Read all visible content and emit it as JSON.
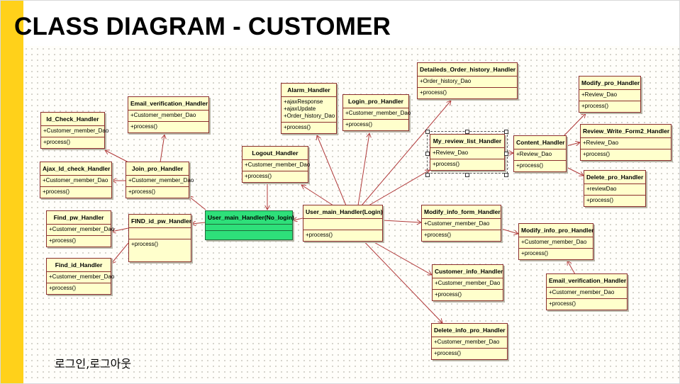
{
  "slide": {
    "title": "CLASS DIAGRAM - CUSTOMER",
    "caption": "로그인,로그아웃"
  },
  "colors": {
    "accent_bar": "#ffd11a",
    "class_fill": "#ffffcc",
    "class_border": "#8b2e2e",
    "highlight_fill": "#2ee07a",
    "association_line": "#b03a3a"
  },
  "classes": [
    {
      "id": "id_check",
      "name": "Id_Check_Handler",
      "attrs": [
        "+Customer_member_Dao"
      ],
      "ops": [
        "+process()"
      ]
    },
    {
      "id": "email_ver_top",
      "name": "Email_verification_Handler",
      "attrs": [
        "+Customer_member_Dao"
      ],
      "ops": [
        "+process()"
      ]
    },
    {
      "id": "alarm",
      "name": "Alarm_Handler",
      "attrs": [
        "+ajaxResponse",
        "+ajaxUpdate",
        "+Order_history_Dao"
      ],
      "ops": [
        "+process()"
      ]
    },
    {
      "id": "login_pro",
      "name": "Login_pro_Handler",
      "attrs": [
        "+Customer_member_Dao"
      ],
      "ops": [
        "+process()"
      ]
    },
    {
      "id": "detailed_order",
      "name": "Detaileds_Order_history_Handler",
      "attrs": [
        "+Order_history_Dao"
      ],
      "ops": [
        "+process()"
      ]
    },
    {
      "id": "modify_pro",
      "name": "Modify_pro_Handler",
      "attrs": [
        "+Review_Dao"
      ],
      "ops": [
        "+process()"
      ]
    },
    {
      "id": "ajax_id_check",
      "name": "Ajax_Id_check_Handler",
      "attrs": [
        "+Customer_member_Dao"
      ],
      "ops": [
        "+process()"
      ]
    },
    {
      "id": "join_pro",
      "name": "Join_pro_Handler",
      "attrs": [
        "+Customer_member_Dao"
      ],
      "ops": [
        "+process()"
      ]
    },
    {
      "id": "logout",
      "name": "Logout_Handler",
      "attrs": [
        "+Customer_member_Dao"
      ],
      "ops": [
        "+process()"
      ]
    },
    {
      "id": "my_review_list",
      "name": "My_review_list_Handler",
      "attrs": [
        "+Review_Dao"
      ],
      "ops": [
        "+process()"
      ]
    },
    {
      "id": "content",
      "name": "Content_Handler",
      "attrs": [
        "+Review_Dao"
      ],
      "ops": [
        "+process()"
      ]
    },
    {
      "id": "review_write",
      "name": "Review_Write_Form2_Handler",
      "attrs": [
        "+Review_Dao"
      ],
      "ops": [
        "+process()"
      ]
    },
    {
      "id": "delete_pro",
      "name": "Delete_pro_Handler",
      "attrs": [
        "+reviewDao"
      ],
      "ops": [
        "+process()"
      ]
    },
    {
      "id": "find_pw",
      "name": "Find_pw_Handler",
      "attrs": [
        "+Customer_member_Dao"
      ],
      "ops": [
        "+process()"
      ]
    },
    {
      "id": "find_id_pw",
      "name": "FIND_id_pw_Handler",
      "attrs": [],
      "ops": [
        "+process()"
      ]
    },
    {
      "id": "user_main_nologin",
      "name": "User_main_Handler(No_login)",
      "attrs": [],
      "ops": []
    },
    {
      "id": "user_main_login",
      "name": "User_main_Handler(Login)",
      "attrs": [],
      "ops": [
        "+process()"
      ]
    },
    {
      "id": "modify_info_form",
      "name": "Modify_info_form_Handler",
      "attrs": [
        "+Customer_member_Dao"
      ],
      "ops": [
        "+process()"
      ]
    },
    {
      "id": "modify_info_pro",
      "name": "Modify_info_pro_Handler",
      "attrs": [
        "+Customer_member_Dao"
      ],
      "ops": [
        "+process()"
      ]
    },
    {
      "id": "find_id",
      "name": "Find_id_Handler",
      "attrs": [
        "+Customer_member_Dao"
      ],
      "ops": [
        "+process()"
      ]
    },
    {
      "id": "customer_info",
      "name": "Customer_info_Handler",
      "attrs": [
        "+Customer_member_Dao"
      ],
      "ops": [
        "+process()"
      ]
    },
    {
      "id": "email_ver_bottom",
      "name": "Email_verification_Handler",
      "attrs": [
        "+Customer_member_Dao"
      ],
      "ops": [
        "+process()"
      ]
    },
    {
      "id": "delete_info_pro",
      "name": "Delete_info_pro_Handler",
      "attrs": [
        "+Customer_member_Dao"
      ],
      "ops": [
        "+process()"
      ]
    }
  ]
}
